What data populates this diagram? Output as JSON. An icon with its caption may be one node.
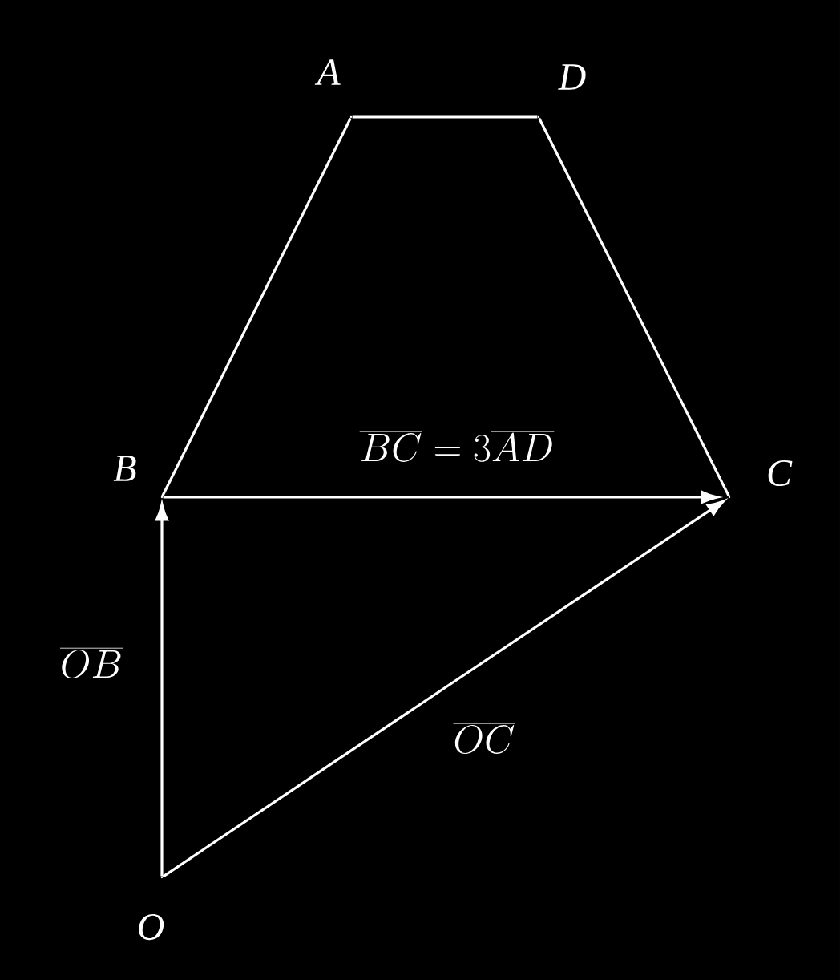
{
  "diagram": {
    "nodes": [
      {
        "text": [],
        "shape": "vertex",
        "beside": [
          "A"
        ]
      },
      {
        "text": [],
        "shape": "vertex",
        "beside": [
          "D"
        ]
      },
      {
        "text": [],
        "shape": "vertex",
        "beside": [
          "B"
        ]
      },
      {
        "text": [],
        "shape": "vertex",
        "beside": [
          "C"
        ]
      },
      {
        "text": [],
        "shape": "vertex",
        "beside": [
          "O"
        ]
      }
    ],
    "edges": [
      {
        "from": 0,
        "to": 1,
        "arrow": "none"
      },
      {
        "from": 0,
        "to": 2,
        "arrow": "none"
      },
      {
        "from": 1,
        "to": 3,
        "arrow": "none"
      },
      {
        "from": 2,
        "to": 3,
        "arrow": "to",
        "label": "\\overline{BC}=3\\overline{AD}"
      },
      {
        "from": 4,
        "to": 2,
        "arrow": "to",
        "label": "\\overline{OB}"
      },
      {
        "from": 4,
        "to": 3,
        "arrow": "to",
        "label": "\\overline{OC}"
      }
    ]
  }
}
